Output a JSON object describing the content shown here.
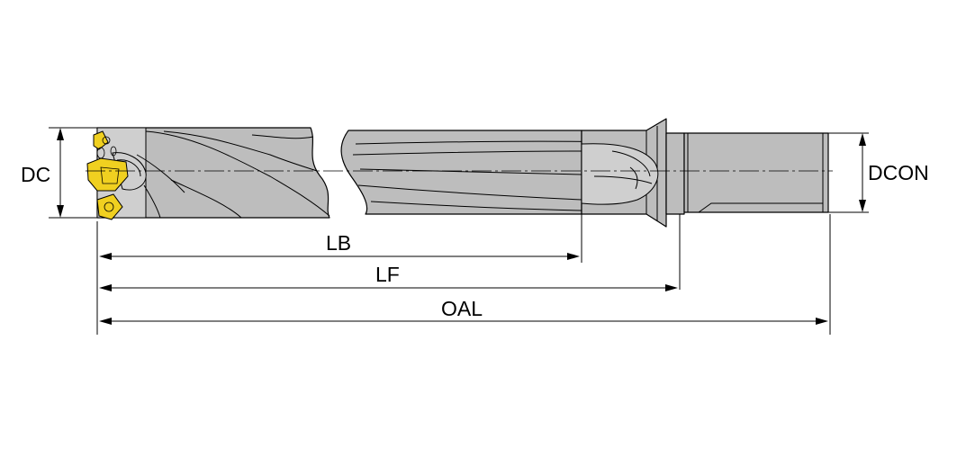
{
  "dimensions": {
    "dc": "DC",
    "dcon": "DCON",
    "lb": "LB",
    "lf": "LF",
    "oal": "OAL"
  },
  "colors": {
    "body": "#bdbdbd",
    "insert": "#f0d020",
    "line": "#000000",
    "background": "#ffffff"
  }
}
